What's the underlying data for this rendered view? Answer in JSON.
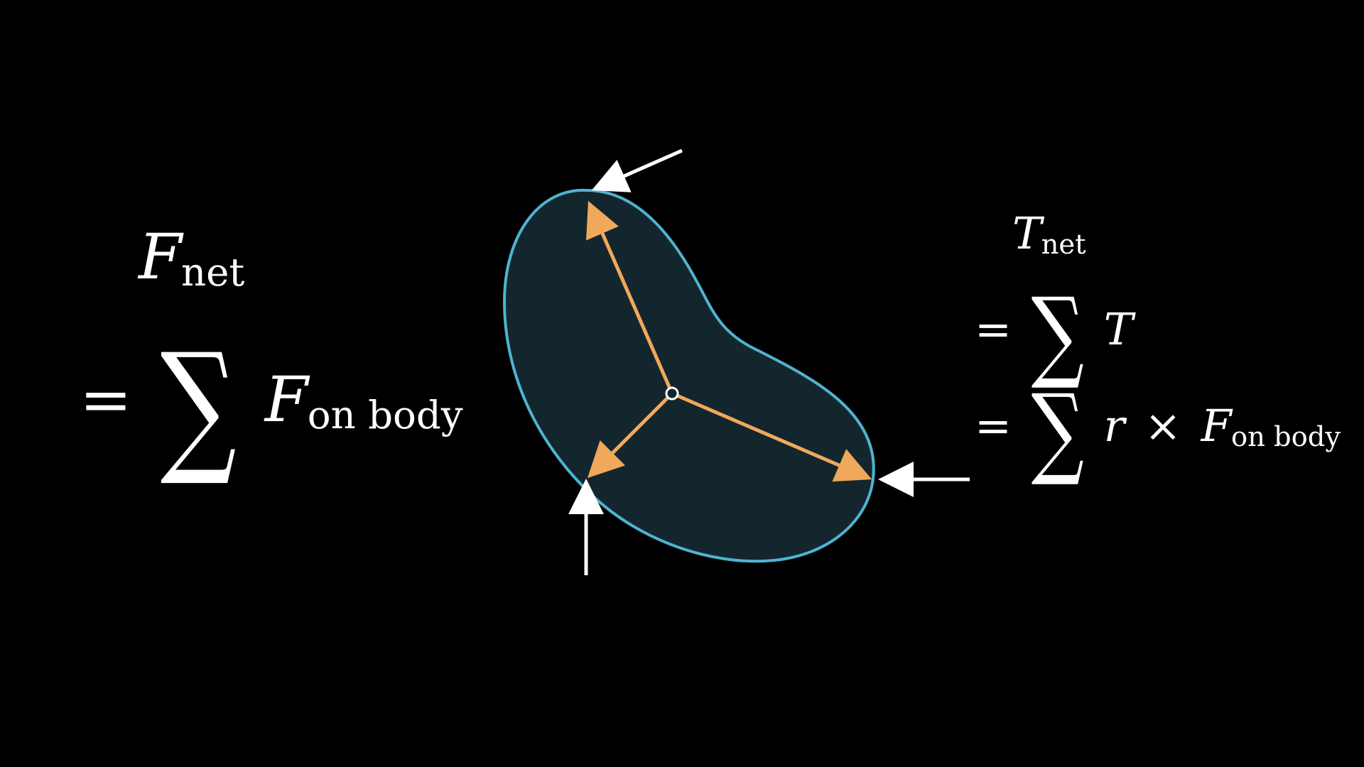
{
  "colors": {
    "background": "#000000",
    "text": "#ffffff",
    "body_fill": "#14262d",
    "body_outline": "#4fb3d1",
    "position_vectors": "#f0a95a",
    "force_vectors": "#ffffff"
  },
  "left_equation": {
    "line1": {
      "symbol": "F",
      "subscript": "net"
    },
    "line2": {
      "equals": "=",
      "sum": "∑",
      "symbol": "F",
      "subscript": "on body"
    }
  },
  "right_equation": {
    "line1": {
      "symbol": "T",
      "subscript": "net"
    },
    "line2": {
      "equals": "=",
      "sum": "∑",
      "symbol": "T"
    },
    "line3": {
      "equals": "=",
      "sum": "∑",
      "r_symbol": "r",
      "cross": "×",
      "symbol": "F",
      "subscript": "on body"
    }
  },
  "diagram": {
    "body_shape": "rigid-body-blob",
    "center_marker": "pivot-point",
    "position_vector_count": 3,
    "applied_force_count": 3
  }
}
